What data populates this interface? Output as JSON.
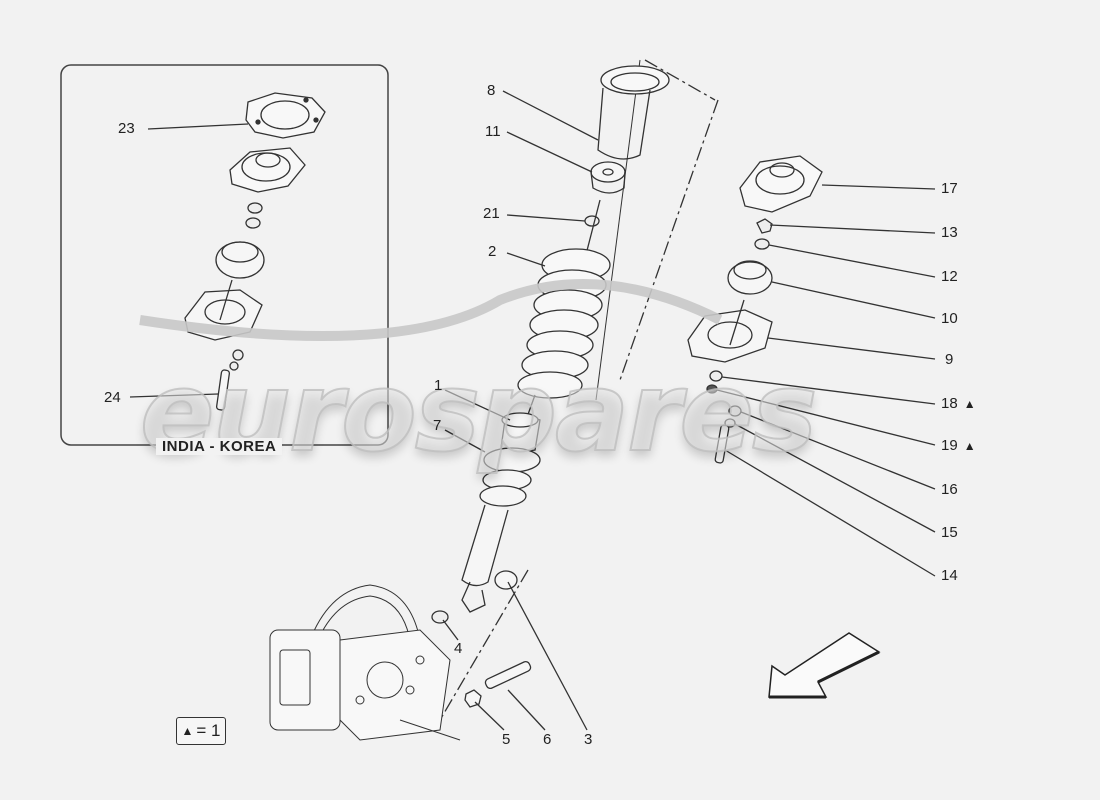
{
  "diagram": {
    "type": "exploded parts diagram",
    "subject": "rear shock absorber / spring assembly",
    "watermark": "eurospares",
    "inset": {
      "caption": "INDIA - KOREA",
      "callouts": [
        {
          "id": "23",
          "label": "23"
        },
        {
          "id": "24",
          "label": "24"
        }
      ]
    },
    "callouts": [
      {
        "id": "1",
        "label": "1"
      },
      {
        "id": "2",
        "label": "2"
      },
      {
        "id": "3",
        "label": "3"
      },
      {
        "id": "4",
        "label": "4"
      },
      {
        "id": "5",
        "label": "5"
      },
      {
        "id": "6",
        "label": "6"
      },
      {
        "id": "7",
        "label": "7"
      },
      {
        "id": "8",
        "label": "8"
      },
      {
        "id": "9",
        "label": "9"
      },
      {
        "id": "10",
        "label": "10"
      },
      {
        "id": "11",
        "label": "11"
      },
      {
        "id": "12",
        "label": "12"
      },
      {
        "id": "13",
        "label": "13"
      },
      {
        "id": "14",
        "label": "14"
      },
      {
        "id": "15",
        "label": "15"
      },
      {
        "id": "16",
        "label": "16"
      },
      {
        "id": "17",
        "label": "17"
      },
      {
        "id": "18",
        "label": "18",
        "marker": "▲"
      },
      {
        "id": "19",
        "label": "19",
        "marker": "▲"
      },
      {
        "id": "21",
        "label": "21"
      }
    ],
    "legend": {
      "symbol": "▲",
      "text": "= 1"
    },
    "direction_arrow": "arrow pointing down-left"
  }
}
